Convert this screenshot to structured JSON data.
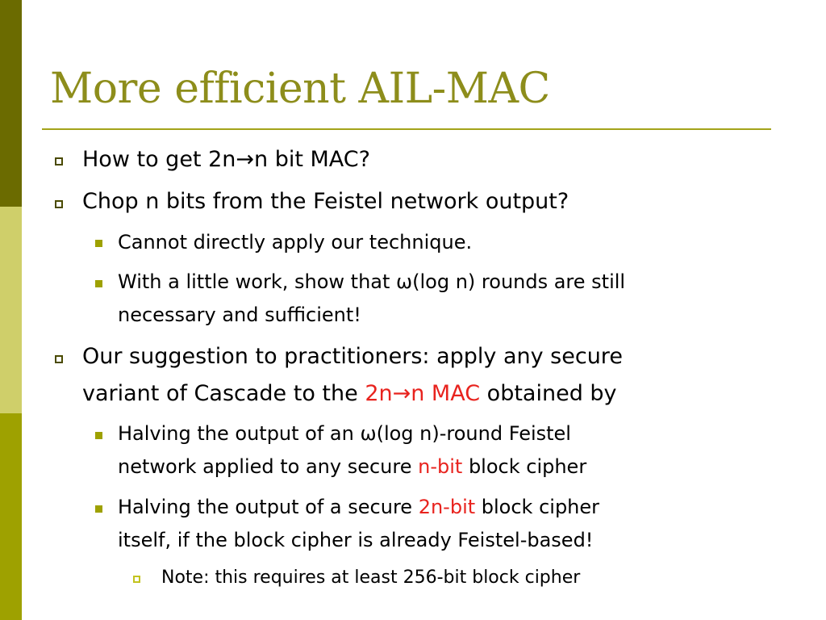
{
  "slide": {
    "title": "More efficient AIL-MAC",
    "bullets": [
      {
        "text": "How to get 2n→n bit MAC?"
      },
      {
        "text": "Chop n bits from the Feistel network output?"
      },
      {
        "text": "Cannot directly apply our technique."
      },
      {
        "line1": "With a little work, show that ω(log n) rounds are still",
        "line2": "necessary and sufficient!"
      },
      {
        "line1": "Our suggestion to practitioners: apply any secure",
        "line2_a": "variant of Cascade to the ",
        "line2_red": "2n→n MAC",
        "line2_b": " obtained by"
      },
      {
        "line1": "Halving the output of an ω(log n)-round Feistel",
        "line2_a": "network applied to any secure ",
        "line2_red": "n-bit",
        "line2_b": " block cipher"
      },
      {
        "line1_a": "Halving the output of a secure ",
        "line1_red": "2n-bit",
        "line1_b": " block cipher",
        "line2": "itself, if the block cipher is already Feistel-based!"
      },
      {
        "text": "Note: this requires at least 256-bit block cipher"
      }
    ]
  },
  "colors": {
    "title": "#8d8d1b",
    "accent_red": "#e8231e",
    "sidebar": [
      "#6b6b00",
      "#cfcf6a",
      "#9ea100"
    ]
  }
}
